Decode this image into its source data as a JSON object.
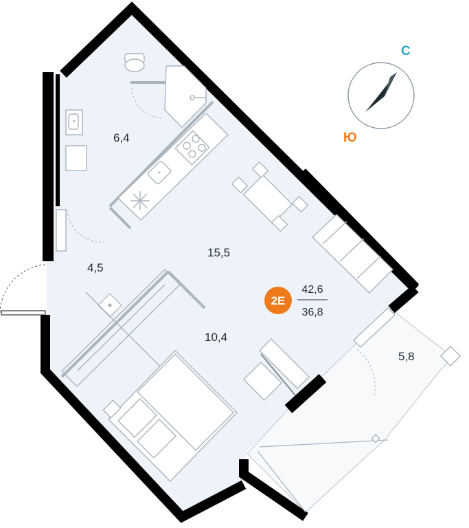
{
  "compass": {
    "north_label": "С",
    "south_label": "Ю",
    "north_color": "#2aa7c9",
    "south_color": "#ee7a1c"
  },
  "rooms": {
    "bathroom": "6,4",
    "hallway": "4,5",
    "living_kitchen": "15,5",
    "bedroom": "10,4",
    "balcony": "5,8"
  },
  "apartment": {
    "badge": "2E",
    "total_area": "42,6",
    "living_area": "36,8",
    "badge_color": "#ee7a1c"
  },
  "colors": {
    "wall": "#000000",
    "floor": "#eef3f9",
    "furniture_line": "#a9b4bd"
  },
  "icons": [
    "compass-icon",
    "snowflake-icon",
    "toilet-icon",
    "shower-icon",
    "sink-icon",
    "stove-icon",
    "bed-icon",
    "sofa-icon",
    "table-icon",
    "wardrobe-icon"
  ]
}
